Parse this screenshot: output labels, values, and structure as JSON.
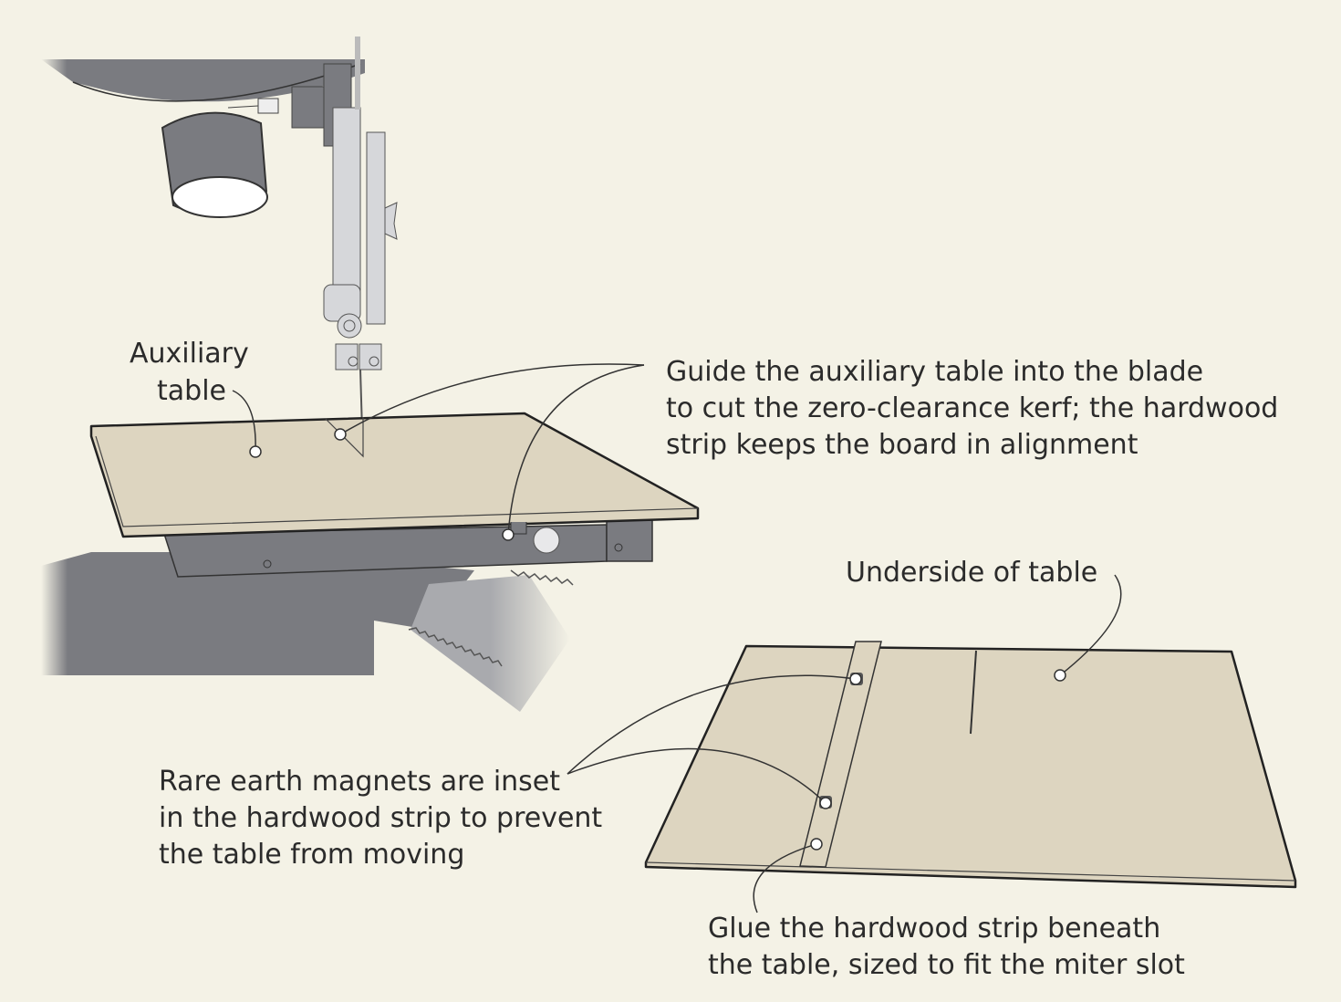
{
  "labels": {
    "auxiliary_table": [
      "Auxiliary",
      "table"
    ],
    "guide": [
      "Guide the auxiliary table into the blade",
      "to cut the zero-clearance kerf; the hardwood",
      "strip keeps the board in alignment"
    ],
    "underside": "Underside of table",
    "magnets": [
      "Rare earth magnets are inset",
      "in the hardwood strip to prevent",
      "the table from moving"
    ],
    "glue": [
      "Glue the hardwood strip beneath",
      "the table, sized to fit the miter slot"
    ]
  },
  "colors": {
    "background": "#f4f2e6",
    "table": "#ddd5c0",
    "machine_dark": "#7a7b80",
    "machine_light": "#d6d7da"
  }
}
